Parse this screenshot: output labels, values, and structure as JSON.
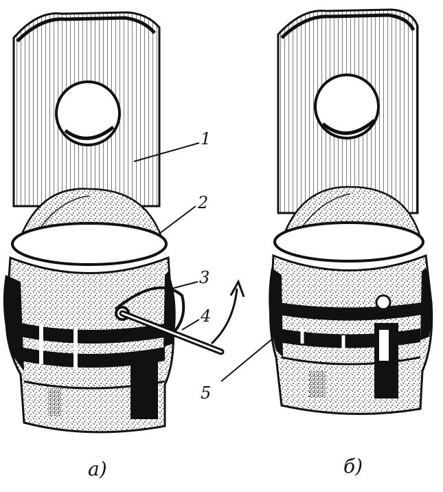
{
  "figure": {
    "callouts": [
      "1",
      "2",
      "3",
      "4",
      "5"
    ],
    "captions": [
      "а)",
      "б)"
    ]
  }
}
